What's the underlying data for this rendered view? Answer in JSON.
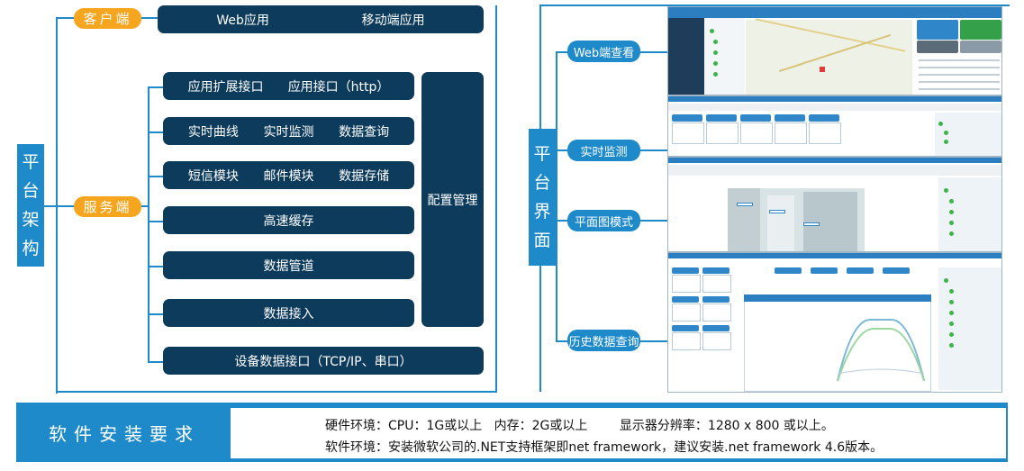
{
  "left": {
    "platform_label": [
      "平",
      "台",
      "架",
      "构"
    ],
    "client_label": "客户端",
    "server_label": "服务端",
    "client_apps": [
      "Web应用",
      "移动端应用"
    ],
    "row1": [
      "应用扩展接口",
      "应用接口（http）"
    ],
    "row2": [
      "实时曲线",
      "实时监测",
      "数据查询"
    ],
    "row3": [
      "短信模块",
      "邮件模块",
      "数据存储"
    ],
    "cache": "高速缓存",
    "pipeline": "数据管道",
    "ingest": "数据接入",
    "config": "配置管理",
    "device_interface": "设备数据接口（TCP/IP、串口）"
  },
  "right": {
    "interface_label": [
      "平",
      "台",
      "界",
      "面"
    ],
    "items": [
      "Web端查看",
      "实时监测",
      "平面图模式",
      "历史数据查询"
    ]
  },
  "requirements": {
    "title": "软件安装要求",
    "line1": "硬件环境：CPU：1G或以上   内存：2G或以上        显示器分辨率：1280 x 800 或以上。",
    "line2": "软件环境：安装微软公司的.NET支持框架即net framework，建议安装.net framework 4.6版本。"
  },
  "colors": {
    "navy": "#0d3b5c",
    "blue": "#1f8ac9",
    "orange": "#f5a51e"
  }
}
